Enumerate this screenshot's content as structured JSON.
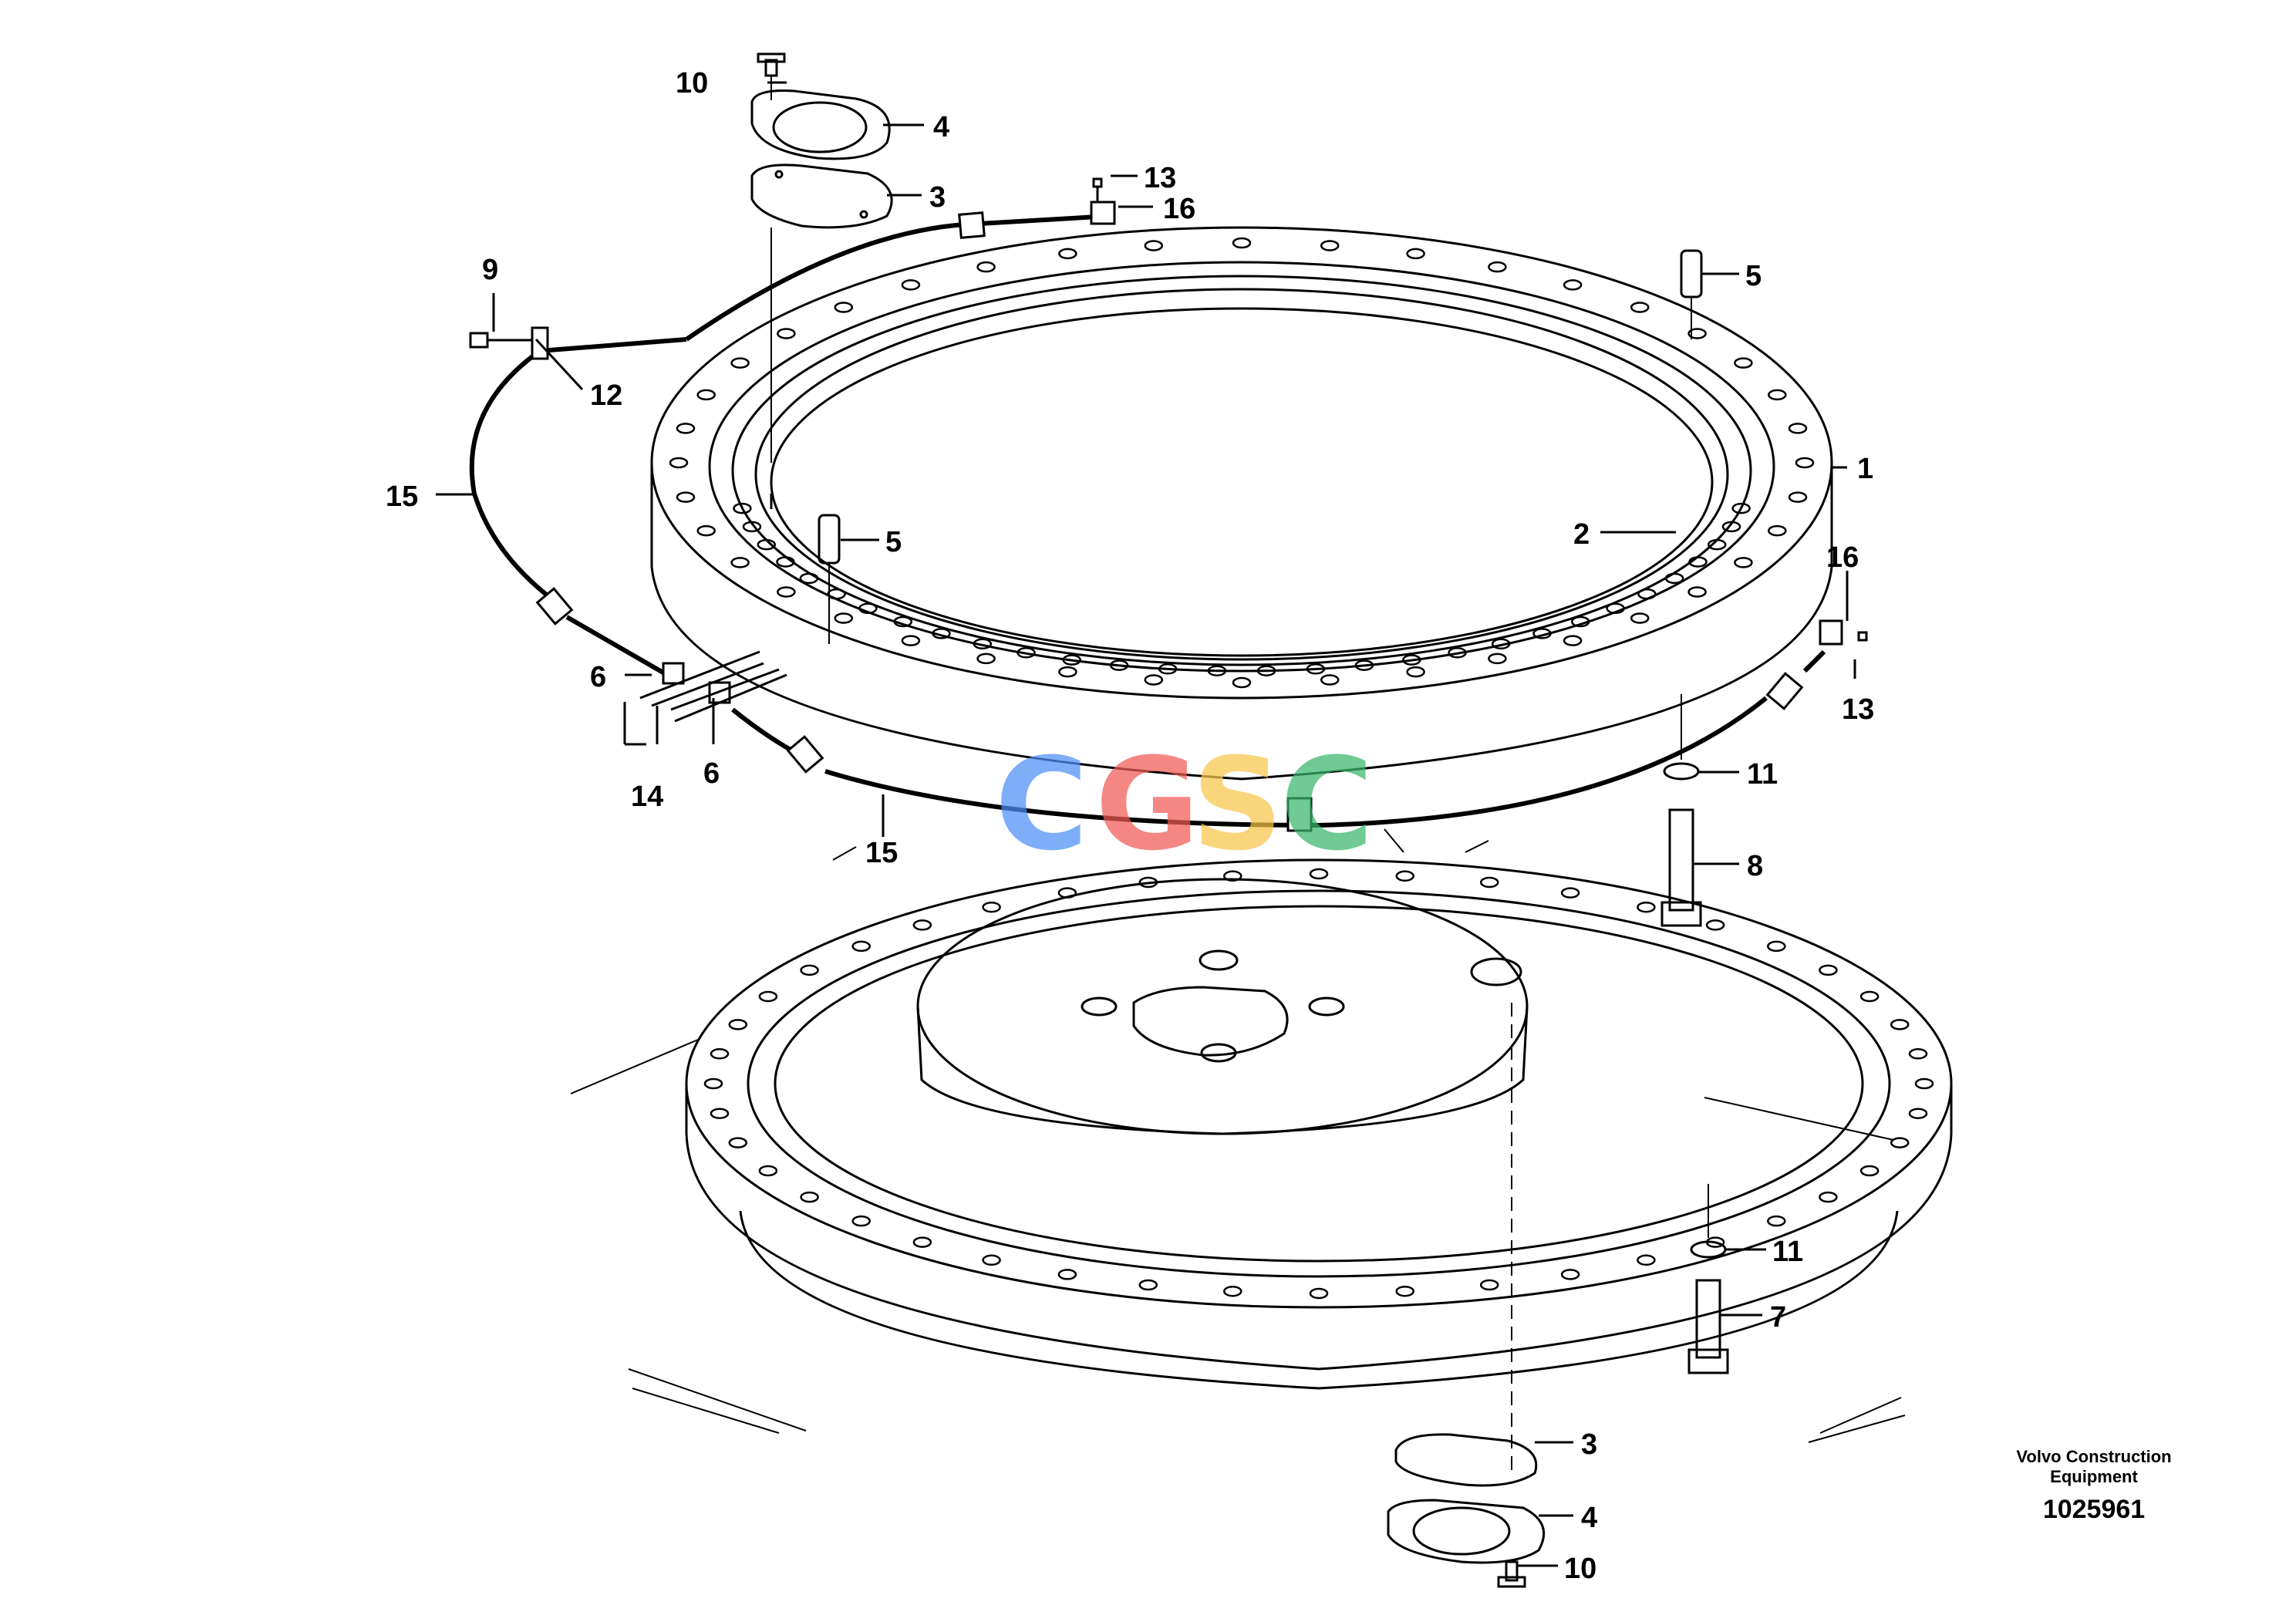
{
  "watermark": {
    "letters": [
      {
        "char": "C",
        "color": "#4f8ff7"
      },
      {
        "char": "G",
        "color": "#f05a55"
      },
      {
        "char": "S",
        "color": "#f7c64a"
      },
      {
        "char": "C",
        "color": "#39b66b"
      }
    ]
  },
  "caption": {
    "brand_line1": "Volvo Construction",
    "brand_line2": "Equipment",
    "drawing_number": "1025961"
  },
  "callouts": {
    "c1": "1",
    "c2": "2",
    "c3_top": "3",
    "c3_bottom": "3",
    "c4_top": "4",
    "c4_bottom": "4",
    "c5_right": "5",
    "c5_center": "5",
    "c6_upper": "6",
    "c6_lower": "6",
    "c7": "7",
    "c8": "8",
    "c9": "9",
    "c10_top": "10",
    "c10_bottom": "10",
    "c11_upper": "11",
    "c11_lower": "11",
    "c12": "12",
    "c13_top": "13",
    "c13_right": "13",
    "c14": "14",
    "c15_left": "15",
    "c15_bottom": "15",
    "c16_top": "16",
    "c16_right": "16"
  }
}
